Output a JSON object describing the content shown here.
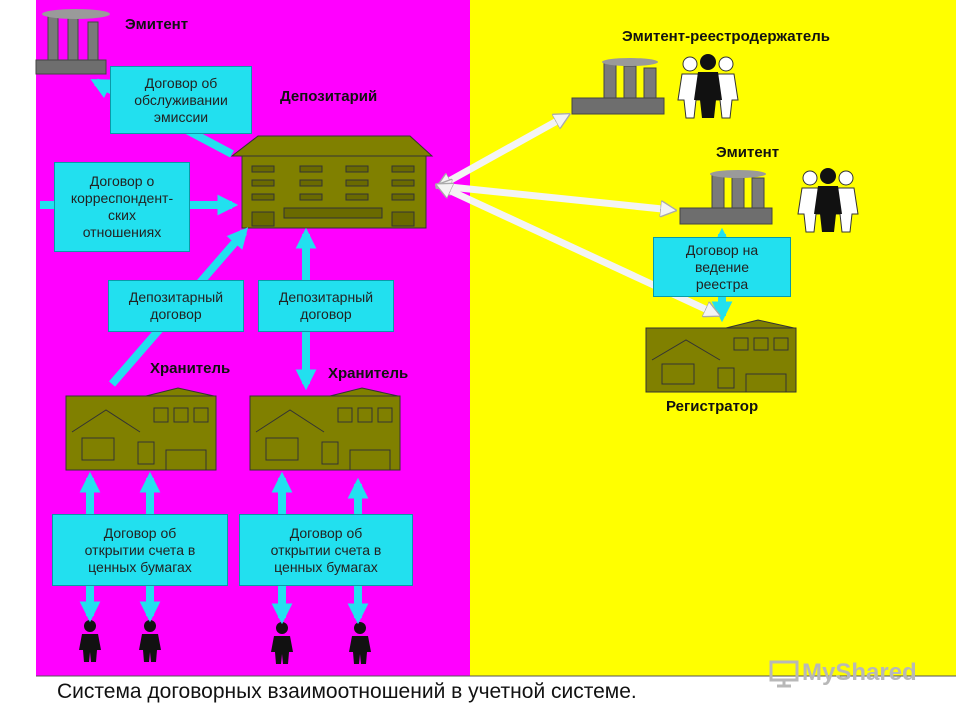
{
  "labels": {
    "issuer_top": "Эмитент",
    "depository": "Депозитарий",
    "issuer_registrar_holder": "Эмитент-реестродержатель",
    "issuer_right": "Эмитент",
    "custodian_1": "Хранитель",
    "custodian_2": "Хранитель",
    "registrar": "Регистратор"
  },
  "boxes": {
    "issue_service": "Договор об\nобслуживании\nэмиссии",
    "correspondent": "Договор о\nкорреспондент-\nских\nотношениях",
    "depository_contract_1": "Депозитарный\nдоговор",
    "depository_contract_2": "Депозитарный\nдоговор",
    "registry_maintenance": "Договор на\nведение\nреестра",
    "account_opening_1": "Договор об\nоткрытии счета в\nценных бумагах",
    "account_opening_2": "Договор об\nоткрытии счета в\nценных бумагах"
  },
  "caption": "Система договорных взаимоотношений в учетной системе.",
  "watermark": "MyShared",
  "colors": {
    "left_panel": "#ff00ff",
    "right_panel": "#ffff00",
    "box_fill": "#22e0ef",
    "building": "#808000",
    "factory": "#6e6e6e"
  },
  "icons": [
    "factory-icon",
    "depository-building-icon",
    "house-icon",
    "people-group-icon",
    "person-icon",
    "arrow-icon"
  ]
}
